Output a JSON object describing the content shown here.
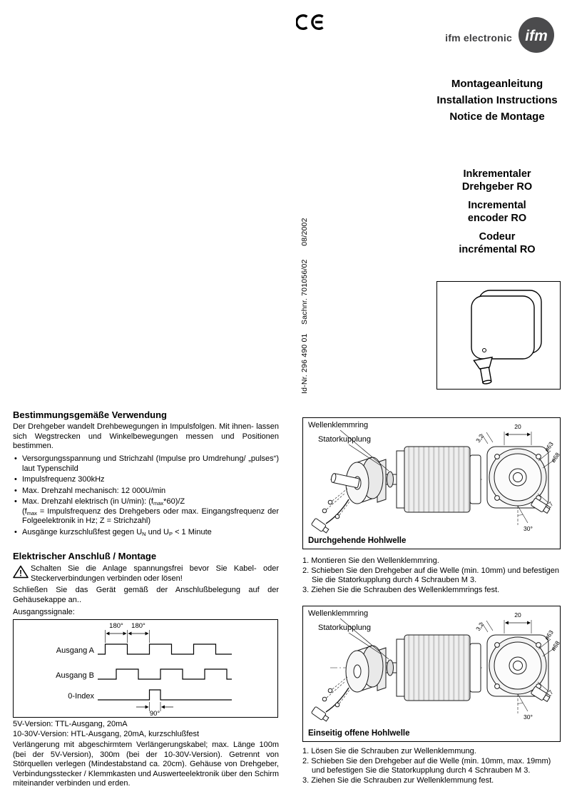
{
  "icons": {
    "ce_mark": "CE"
  },
  "brand": {
    "name": "ifm electronic",
    "logo": "ifm"
  },
  "titles": {
    "de": "Montageanleitung",
    "en": "Installation Instructions",
    "fr": "Notice de Montage"
  },
  "product": {
    "de": [
      "Inkrementaler",
      "Drehgeber RO"
    ],
    "en": [
      "Incremental",
      "encoder RO"
    ],
    "fr": [
      "Codeur",
      "incrémental RO"
    ]
  },
  "id_label": "Id-Nr. 296 490 01    Sachnr. 701056/02      08/2002",
  "usage": {
    "heading": "Bestimmungsgemäße Verwendung",
    "intro": "Der Drehgeber wandelt Drehbewegungen in Impulsfolgen. Mit ihnen- lassen sich Wegstrecken und Winkelbewegungen messen und Positionen bestimmen.",
    "bullets": [
      "Versorgungsspannung und Strichzahl (Impulse pro Umdrehung/ „pulses“) laut Typenschild",
      "Impulsfrequenz 300kHz",
      "Max. Drehzahl mechanisch: 12 000U/min"
    ],
    "bullet4": {
      "pre": "Max. Drehzahl elektrisch (in U/min): (f",
      "sub": "max",
      "mid": "*60)/Z",
      "l2pre": "(f",
      "l2sub": "max",
      "l2post": " = Impulsfrequenz des Drehgebers oder max. Eingangsfrequenz der Folgeelektronik in Hz; Z = Strichzahl)"
    },
    "bullet5": {
      "pre": "Ausgänge kurzschlußfest gegen U",
      "sub1": "N",
      "mid": " und U",
      "sub2": "P",
      "post": " < 1 Minute"
    }
  },
  "electrical": {
    "heading": "Elektrischer Anschluß / Montage",
    "warning_mark": "!",
    "warning": "Schalten Sie die Anlage spannungsfrei bevor Sie Kabel- oder Steckerverbindungen verbinden oder lösen!",
    "connect": "Schließen Sie das Gerät gemäß der Anschlußbelegung auf der Gehäusekappe an..",
    "signals_label": "Ausgangssignale:"
  },
  "waveform": {
    "ch_a": "Ausgang A",
    "ch_b": "Ausgang B",
    "ch_index": "0-Index",
    "dim180a": "180°",
    "dim180b": "180°",
    "dim90": "90°"
  },
  "versions": {
    "v5": "5V-Version: TTL-Ausgang, 20mA",
    "v1030": "10-30V-Version: HTL-Ausgang, 20mA, kurzschlußfest"
  },
  "extension": "Verlängerung mit abgeschirmtem Verlängerungskabel; max. Länge 100m (bei der 5V-Version), 300m (bei der 10-30V-Version). Getrennt von Störquellen verlegen (Mindestabstand ca. 20cm). Gehäuse von Drehgeber, Verbindungsstecker / Klemmkasten und Auswerteelektronik über den Schirm miteinander verbinden und erden.",
  "mounting1": {
    "label_ring": "Wellenklemmring",
    "label_coupling": "Statorkupplung",
    "caption": "Durchgehende Hohlwelle",
    "dims": {
      "w": "20",
      "t": "3,2",
      "d63": "ø63",
      "d68": "ø68",
      "h": "17",
      "a": "30°"
    },
    "steps": [
      "1. Montieren Sie den Wellenklemmring.",
      "2. Schieben Sie den Drehgeber auf die Welle (min. 10mm) und befestigen Sie die Statorkupplung durch 4 Schrauben M 3.",
      "3. Ziehen Sie die Schrauben des Wellenklemmrings fest."
    ]
  },
  "mounting2": {
    "label_ring": "Wellenklemmring",
    "label_coupling": "Statorkupplung",
    "caption": "Einseitig offene Hohlwelle",
    "dims": {
      "w": "20",
      "t": "3,2",
      "d63": "ø63",
      "d68": "ø68",
      "h": "17",
      "a": "30°"
    },
    "steps": [
      "1. Lösen Sie die Schrauben zur Wellenklemmung.",
      "2. Schieben Sie den Drehgeber auf die Welle (min. 10mm, max. 19mm) und befestigen Sie die Statorkupplung durch 4 Schrauben M 3.",
      "3. Ziehen Sie die Schrauben zur Wellenklemmung fest."
    ]
  }
}
